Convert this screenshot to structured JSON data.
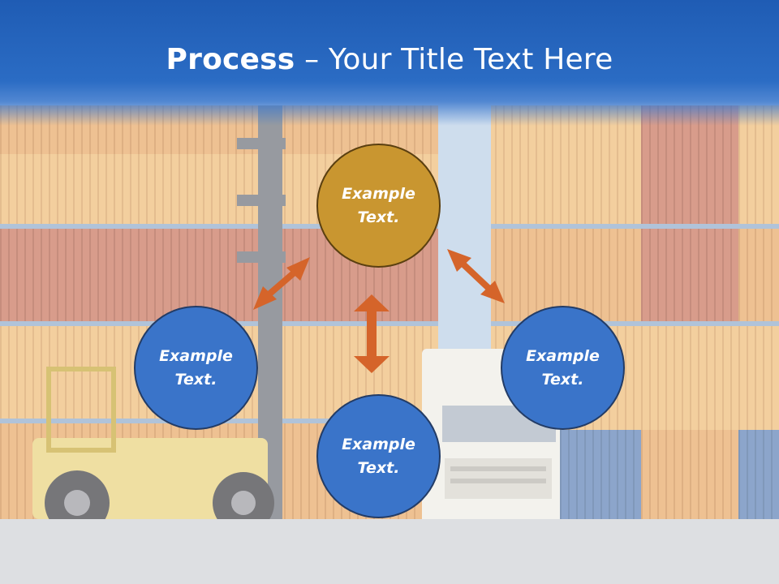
{
  "slide": {
    "title_bold": "Process",
    "title_rest": " – Your Title Text Here"
  },
  "nodes": {
    "top": "Example Text.",
    "left": "Example Text.",
    "right": "Example Text.",
    "bottom": "Example Text."
  },
  "colors": {
    "title_band": "#2b6cc4",
    "gold_node": "#c99630",
    "blue_node": "#3a74c9",
    "arrow": "#d5642a"
  },
  "icons": {
    "arrows": "double-headed-arrow"
  }
}
